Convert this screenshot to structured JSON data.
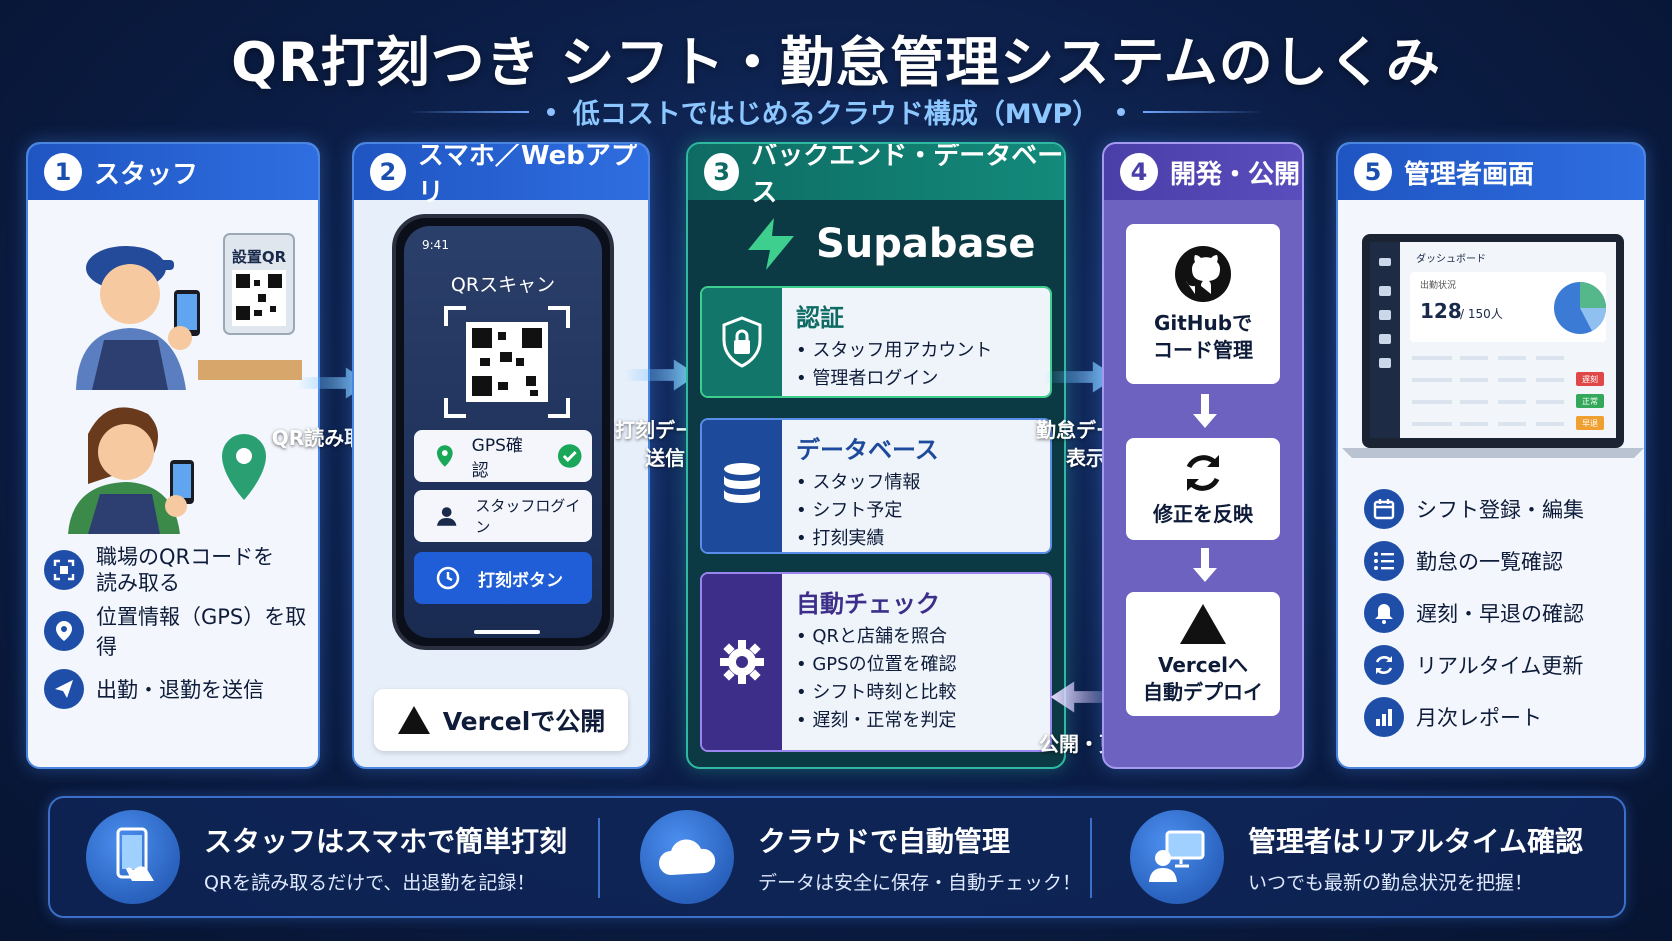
{
  "title": "QR打刻つき シフト・勤怠管理システムのしくみ",
  "subtitle": "低コストではじめるクラウド構成（MVP）",
  "colors": {
    "accent": "#1f55c2",
    "teal": "#138a7b",
    "purple": "#5a4dbd",
    "check": "#1aa75a"
  },
  "col1": {
    "num": "1",
    "title": "スタッフ",
    "qr_sign": "設置QR",
    "features": [
      {
        "icon": "qr-scan-icon",
        "text": "職場のQRコードを\n読み取る"
      },
      {
        "icon": "location-pin-icon",
        "text": "位置情報（GPS）を取得"
      },
      {
        "icon": "send-icon",
        "text": "出勤・退勤を送信"
      }
    ]
  },
  "arrow1": {
    "label": "QR読み取り"
  },
  "col2": {
    "num": "2",
    "title": "スマホ／Webアプリ",
    "phone_time": "9:41",
    "screen_title": "QRスキャン",
    "buttons": [
      {
        "icon": "location-pin-icon",
        "label": "GPS確認"
      },
      {
        "icon": "user-icon",
        "label": "スタッフログイン"
      },
      {
        "icon": "clock-icon",
        "label": "打刻ボタン"
      }
    ],
    "vercel_label": "Vercelで公開"
  },
  "arrow2": {
    "label1": "打刻データ",
    "label2": "送信"
  },
  "col3": {
    "num": "3",
    "title": "バックエンド・データベース",
    "brand": "Supabase",
    "cards": [
      {
        "icon": "shield-lock-icon",
        "title": "認証",
        "items": [
          "スタッフ用アカウント",
          "管理者ログイン"
        ]
      },
      {
        "icon": "database-icon",
        "title": "データベース",
        "items": [
          "スタッフ情報",
          "シフト予定",
          "打刻実績"
        ]
      },
      {
        "icon": "gear-icon",
        "title": "自動チェック",
        "items": [
          "QRと店舗を照合",
          "GPSの位置を確認",
          "シフト時刻と比較",
          "遅刻・正常を判定"
        ]
      }
    ]
  },
  "arrow3": {
    "label1": "勤怠データ",
    "label2": "表示"
  },
  "arrow4": {
    "label": "公開・更新"
  },
  "col4": {
    "num": "4",
    "title": "開発・公開",
    "cards": [
      {
        "icon": "github-icon",
        "line1": "GitHubで",
        "line2": "コード管理"
      },
      {
        "icon": "refresh-icon",
        "line1": "修正を反映",
        "line2": ""
      },
      {
        "icon": "vercel-triangle-icon",
        "line1": "Vercelへ",
        "line2": "自動デプロイ"
      }
    ]
  },
  "col5": {
    "num": "5",
    "title": "管理者画面",
    "dash": {
      "title": "ダッシュボード",
      "stat_label": "出勤状況",
      "count": "128",
      "total": "/ 150人",
      "badges": [
        "遅刻",
        "正常",
        "早退"
      ]
    },
    "features": [
      {
        "icon": "calendar-icon",
        "text": "シフト登録・編集"
      },
      {
        "icon": "list-icon",
        "text": "勤怠の一覧確認"
      },
      {
        "icon": "bell-icon",
        "text": "遅刻・早退の確認"
      },
      {
        "icon": "refresh-icon",
        "text": "リアルタイム更新"
      },
      {
        "icon": "bar-chart-icon",
        "text": "月次レポート"
      }
    ]
  },
  "bottom": [
    {
      "icon": "phone-tap-icon",
      "title": "スタッフはスマホで簡単打刻",
      "sub": "QRを読み取るだけで、出退勤を記録！"
    },
    {
      "icon": "cloud-icon",
      "title": "クラウドで自動管理",
      "sub": "データは安全に保存・自動チェック！"
    },
    {
      "icon": "monitor-user-icon",
      "title": "管理者はリアルタイム確認",
      "sub": "いつでも最新の勤怠状況を把握！"
    }
  ]
}
